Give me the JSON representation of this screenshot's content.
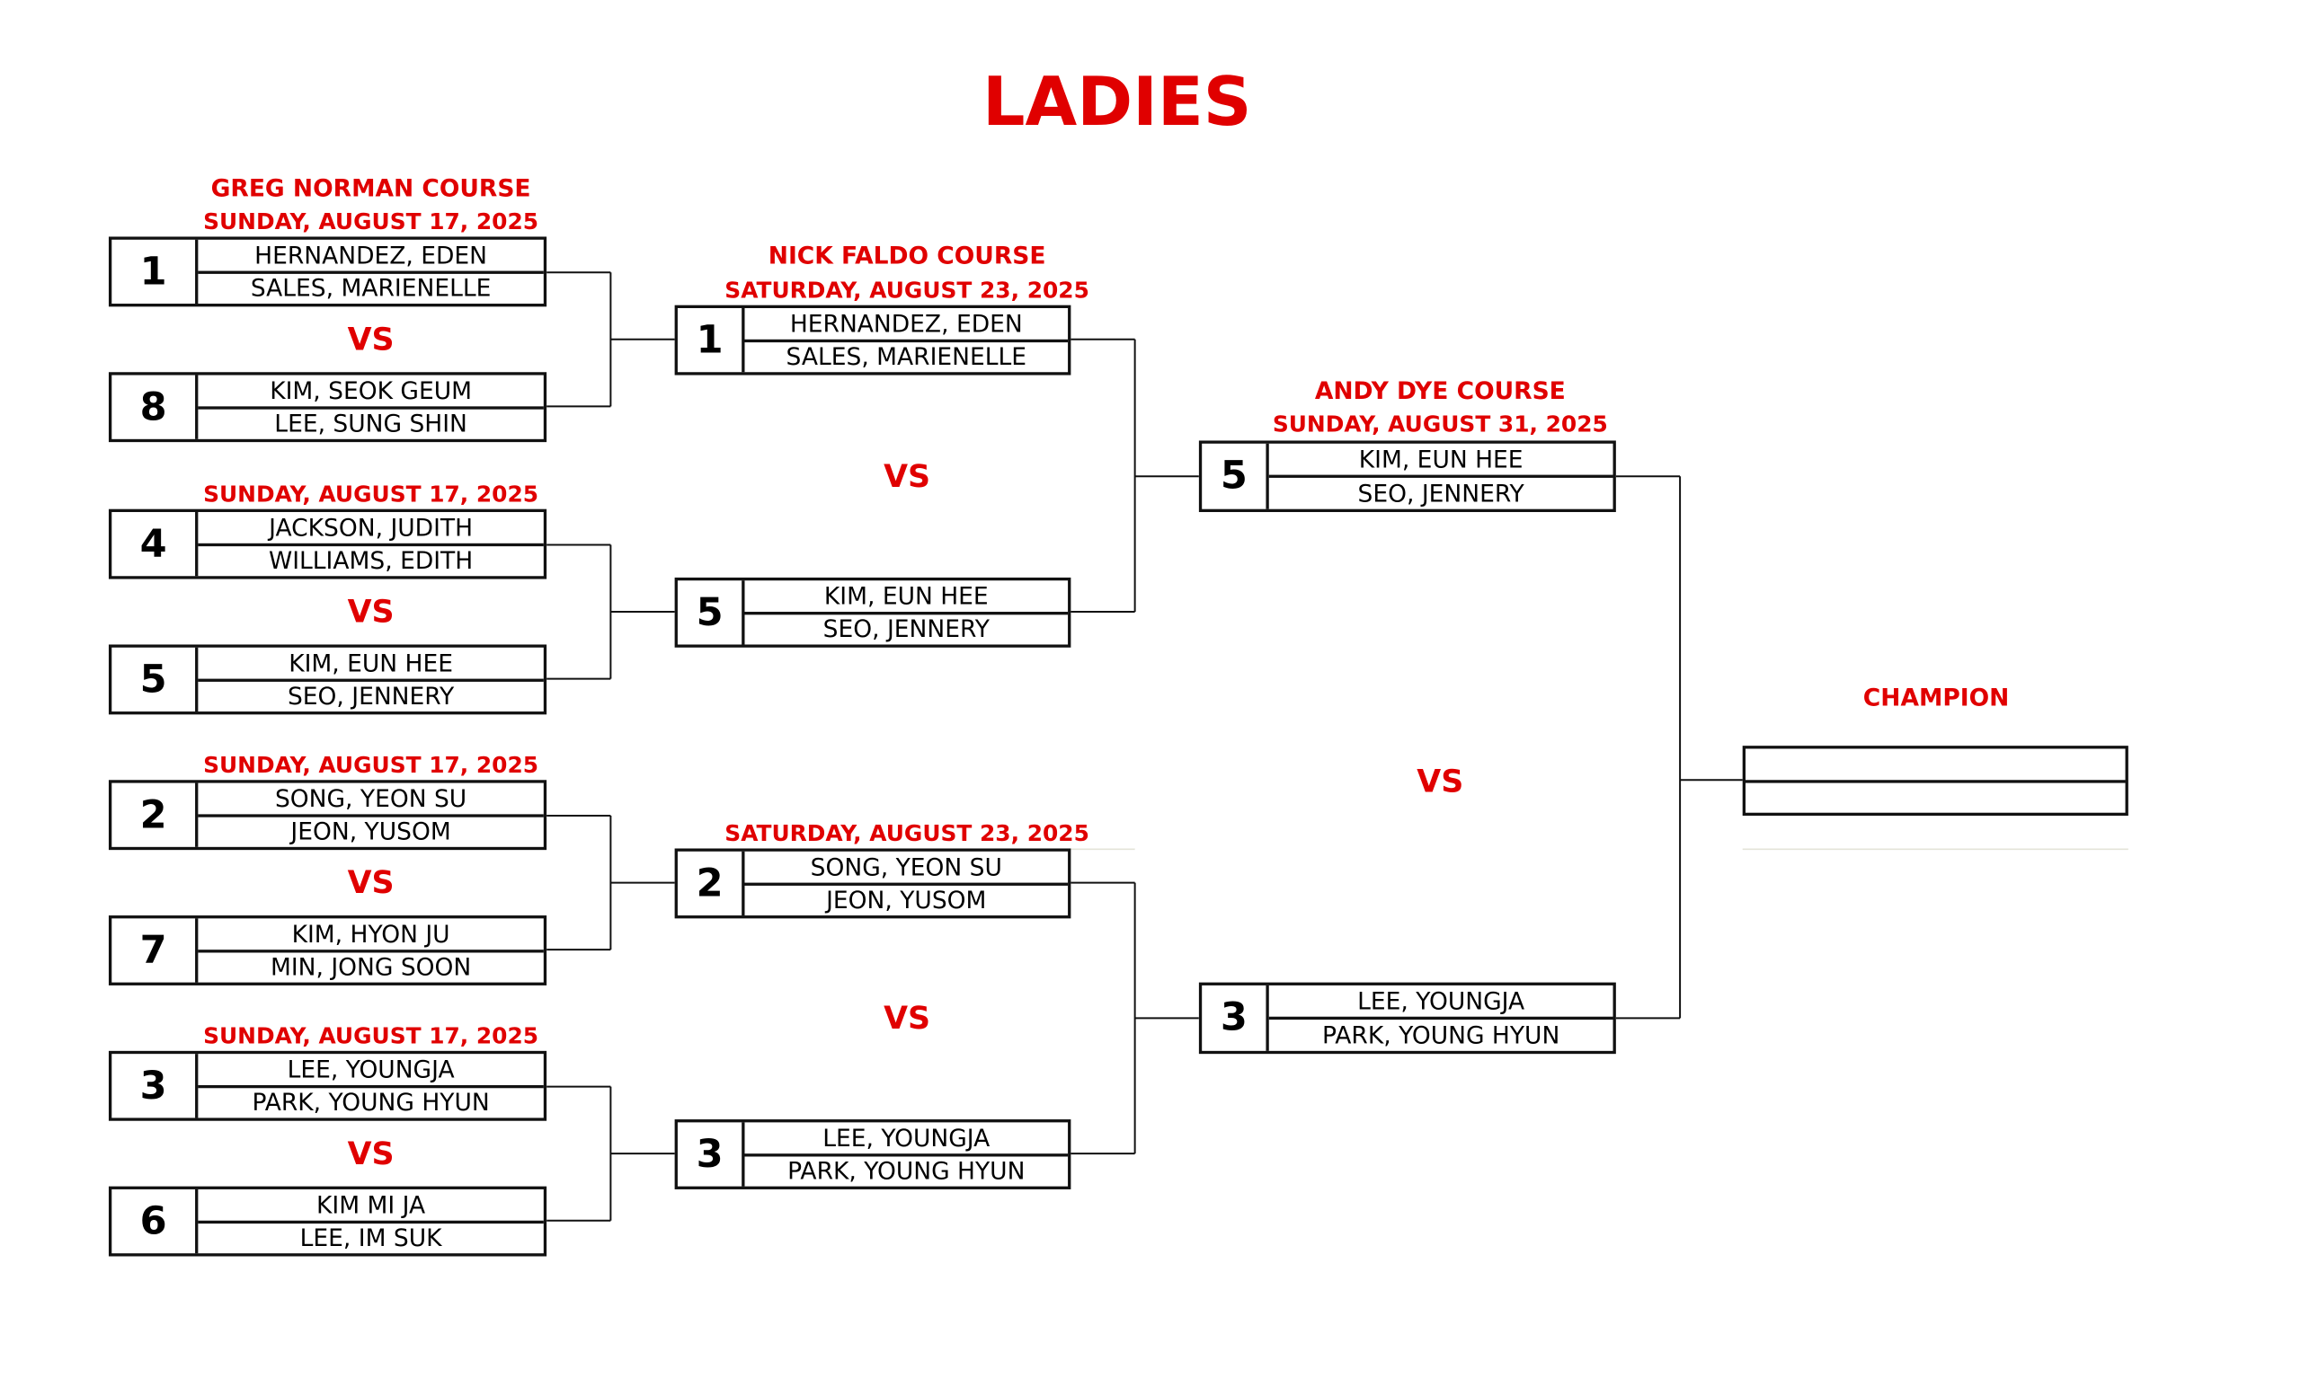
{
  "title": "LADIES",
  "vs_label": "VS",
  "champion_label": "CHAMPION",
  "rounds": [
    {
      "course": "GREG NORMAN COURSE",
      "matches": [
        {
          "date": "SUNDAY, AUGUST 17, 2025",
          "top": {
            "seed": "1",
            "players": [
              "HERNANDEZ, EDEN",
              "SALES, MARIENELLE"
            ]
          },
          "bottom": {
            "seed": "8",
            "players": [
              "KIM, SEOK GEUM",
              "LEE, SUNG SHIN"
            ]
          }
        },
        {
          "date": "SUNDAY, AUGUST 17, 2025",
          "top": {
            "seed": "4",
            "players": [
              "JACKSON, JUDITH",
              "WILLIAMS, EDITH"
            ]
          },
          "bottom": {
            "seed": "5",
            "players": [
              "KIM, EUN HEE",
              "SEO, JENNERY"
            ]
          }
        },
        {
          "date": "SUNDAY, AUGUST 17, 2025",
          "top": {
            "seed": "2",
            "players": [
              "SONG, YEON SU",
              "JEON, YUSOM"
            ]
          },
          "bottom": {
            "seed": "7",
            "players": [
              "KIM, HYON JU",
              "MIN, JONG SOON"
            ]
          }
        },
        {
          "date": "SUNDAY, AUGUST 17, 2025",
          "top": {
            "seed": "3",
            "players": [
              "LEE, YOUNGJA",
              "PARK, YOUNG HYUN"
            ]
          },
          "bottom": {
            "seed": "6",
            "players": [
              "KIM MI JA",
              "LEE, IM SUK"
            ]
          }
        }
      ]
    },
    {
      "course": "NICK FALDO COURSE",
      "matches": [
        {
          "date": "SATURDAY, AUGUST 23, 2025",
          "top": {
            "seed": "1",
            "players": [
              "HERNANDEZ, EDEN",
              "SALES, MARIENELLE"
            ]
          },
          "bottom": {
            "seed": "5",
            "players": [
              "KIM, EUN HEE",
              "SEO, JENNERY"
            ]
          }
        },
        {
          "date": "SATURDAY, AUGUST 23, 2025",
          "top": {
            "seed": "2",
            "players": [
              "SONG, YEON SU",
              "JEON, YUSOM"
            ]
          },
          "bottom": {
            "seed": "3",
            "players": [
              "LEE, YOUNGJA",
              "PARK, YOUNG HYUN"
            ]
          }
        }
      ]
    },
    {
      "course": "ANDY DYE COURSE",
      "matches": [
        {
          "date": "SUNDAY, AUGUST 31, 2025",
          "top": {
            "seed": "5",
            "players": [
              "KIM, EUN HEE",
              "SEO, JENNERY"
            ]
          },
          "bottom": {
            "seed": "3",
            "players": [
              "LEE, YOUNGJA",
              "PARK, YOUNG HYUN"
            ]
          }
        }
      ]
    }
  ],
  "champion": {
    "players": [
      "",
      ""
    ]
  }
}
